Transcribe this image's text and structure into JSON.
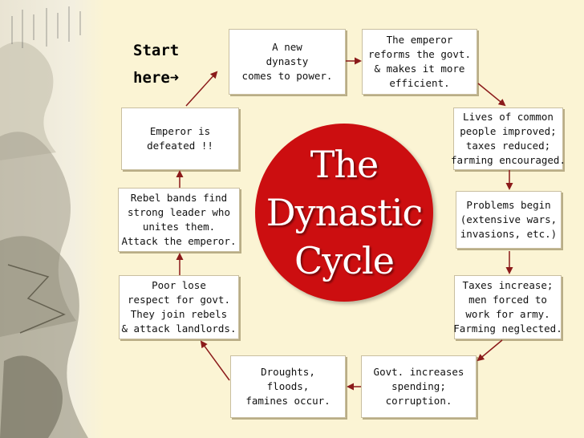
{
  "start_label": [
    "Start",
    "here"
  ],
  "center_title": [
    "The",
    "Dynastic",
    "Cycle"
  ],
  "steps": [
    [
      "A new",
      "dynasty",
      "comes to power."
    ],
    [
      "The emperor",
      "reforms the govt.",
      "& makes it more",
      "efficient."
    ],
    [
      "Lives of common",
      "people improved;",
      "taxes reduced;",
      "farming encouraged."
    ],
    [
      "Problems begin",
      "(extensive wars,",
      "invasions, etc.)"
    ],
    [
      "Taxes increase;",
      "men forced to",
      "work for army.",
      "Farming neglected."
    ],
    [
      "Govt. increases",
      "spending;",
      "corruption."
    ],
    [
      "Droughts,",
      "floods,",
      "famines occur."
    ],
    [
      "Poor lose",
      "respect for govt.",
      "They join rebels",
      "& attack landlords."
    ],
    [
      "Rebel bands find",
      "strong leader who",
      "unites them.",
      "Attack the emperor."
    ],
    [
      "Emperor is",
      "defeated !!"
    ]
  ],
  "colors": {
    "arrow": "#8b1a1a",
    "circle": "#cc0e10",
    "background": "#fbf4d4"
  }
}
